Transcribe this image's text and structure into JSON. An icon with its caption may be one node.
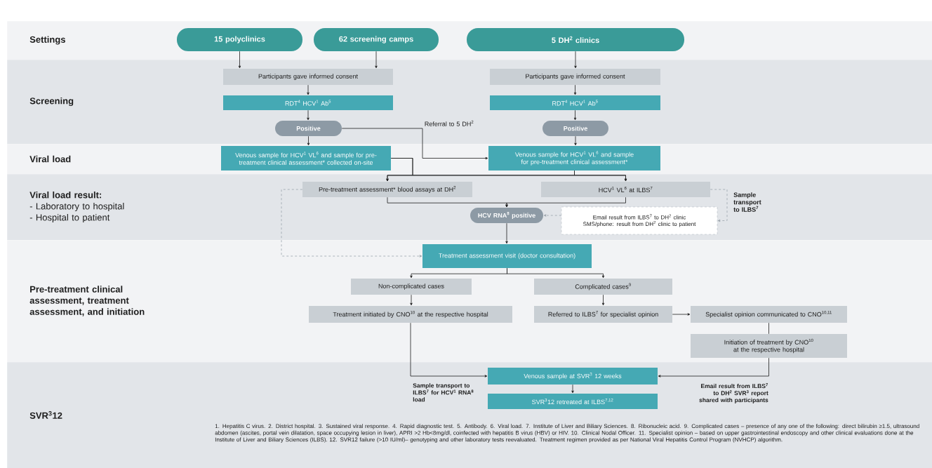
{
  "diagram": {
    "nodes": [
      {
        "text": [
          "Settings"
        ]
      },
      {
        "text": [
          "15 polyclinics"
        ],
        "in": 0
      },
      {
        "text": [
          "62 screening camps"
        ],
        "in": 0
      },
      {
        "text": [
          "5 DH$^{2}$ clinics"
        ],
        "in": 0
      },
      {
        "text": [
          "Screening"
        ]
      },
      {
        "text": [
          "Participants gave informed consent"
        ],
        "in": 4
      },
      {
        "text": [
          "RDT$^{4}$ HCV$^{1}$ Ab$^{5}$"
        ],
        "in": 4
      },
      {
        "text": [
          "Positive"
        ],
        "in": 4
      },
      {
        "text": [
          "Participants gave informed consent"
        ],
        "in": 4
      },
      {
        "text": [
          "RDT$^{4}$ HCV$^{1}$ Ab$^{5}$"
        ],
        "in": 4
      },
      {
        "text": [
          "Positive"
        ],
        "in": 4
      },
      {
        "text": [
          "Viral load"
        ]
      },
      {
        "text": [
          "Venous sample for HCV$^{1}$ VL$^{6}$ and sample for pre-treatment clinical assessment* collected on-site"
        ],
        "in": 11
      },
      {
        "text": [
          "Venous sample for HCV$^{1}$ VL$^{6}$ and sample for pre-treatment clinical assessment*"
        ],
        "in": 11
      },
      {
        "text": [
          "Viral load result:",
          "- Laboratory to hospital",
          "- Hospital to patient"
        ]
      },
      {
        "text": [
          "Pre-treatment assessment* blood assays at DH$^{2}$"
        ],
        "in": 14
      },
      {
        "text": [
          "HCV$^{1}$ VL$^{6}$ at ILBS$^{7}$"
        ],
        "in": 14
      },
      {
        "text": [
          "HCV RNA$^{8}$ positive"
        ],
        "in": 14
      },
      {
        "text": [
          "Email result from ILBS$^{7}$ to DH$^{2}$ clinic SMS/phone: result from DH$^{2}$ clinic to patient"
        ],
        "in": 14
      },
      {
        "text": [
          "Pre-treatment clinical assessment, treatment assessment, and initiation"
        ]
      },
      {
        "text": [
          "Treatment assessment visit (doctor consultation)"
        ],
        "in": 19
      },
      {
        "text": [
          "Non-complicated cases"
        ],
        "in": 19
      },
      {
        "text": [
          "Complicated cases$^{9}$"
        ],
        "in": 19
      },
      {
        "text": [
          "Treatment initiated by CNO$^{10}$ at the respective hospital"
        ],
        "in": 19
      },
      {
        "text": [
          "Referred to ILBS$^{7}$ for specialist opinion"
        ],
        "in": 19
      },
      {
        "text": [
          "Specialist opinion communicated to CNO$^{10,11}$"
        ],
        "in": 19
      },
      {
        "text": [
          "Initiation of treatment by CNO$^{10}$ at the respective hospital"
        ],
        "in": 19
      },
      {
        "text": [
          "SVR$^{3}$12"
        ]
      },
      {
        "text": [
          "Venous sample at SVR$^{3}$ 12 weeks"
        ],
        "in": 27
      },
      {
        "text": [
          "SVR$^{3}$12 retreated at ILBS$^{7,12}$"
        ],
        "in": 27
      }
    ],
    "edges": [
      {
        "from": 1,
        "to": 5,
        "arrow": "to"
      },
      {
        "from": 2,
        "to": 5,
        "arrow": "to"
      },
      {
        "from": 3,
        "to": 8,
        "arrow": "to"
      },
      {
        "from": 5,
        "to": 6,
        "arrow": "to"
      },
      {
        "from": 6,
        "to": 7,
        "arrow": "to"
      },
      {
        "from": 7,
        "to": 12,
        "arrow": "to"
      },
      {
        "from": 7,
        "to": 13,
        "arrow": "to",
        "label": "Referral to 5 DH$^{2}$"
      },
      {
        "from": 8,
        "to": 9,
        "arrow": "to"
      },
      {
        "from": 9,
        "to": 10,
        "arrow": "to"
      },
      {
        "from": 10,
        "to": 13,
        "arrow": "to"
      },
      {
        "from": 12,
        "to": 15,
        "arrow": "to"
      },
      {
        "from": 12,
        "to": 16,
        "arrow": "to"
      },
      {
        "from": 13,
        "to": 15,
        "arrow": "to"
      },
      {
        "from": 13,
        "to": 16,
        "arrow": "to"
      },
      {
        "from": 15,
        "to": 17,
        "arrow": "to"
      },
      {
        "from": 16,
        "to": 17,
        "arrow": "to"
      },
      {
        "from": 18,
        "to": 17,
        "arrow": "to",
        "style": "dashed",
        "color": "#9aa3ab"
      },
      {
        "from": 16,
        "to": 18,
        "arrow": "to",
        "style": "dashed",
        "color": "#9aa3ab",
        "label": "Sample transport to ILBS$^{7}$"
      },
      {
        "from": 15,
        "to": 20,
        "arrow": "to",
        "style": "dashed",
        "color": "#9aa3ab"
      },
      {
        "from": 17,
        "to": 20,
        "arrow": "to"
      },
      {
        "from": 20,
        "to": 21,
        "arrow": "to"
      },
      {
        "from": 20,
        "to": 22,
        "arrow": "to"
      },
      {
        "from": 21,
        "to": 23,
        "arrow": "to"
      },
      {
        "from": 22,
        "to": 24,
        "arrow": "to"
      },
      {
        "from": 24,
        "to": 25,
        "arrow": "to"
      },
      {
        "from": 25,
        "to": 26,
        "arrow": "none"
      },
      {
        "from": 23,
        "to": 28,
        "arrow": "to",
        "label": "Sample transport to ILBS$^{7}$ for HCV$^{1}$ RNA$^{8}$ load"
      },
      {
        "from": 26,
        "to": 28,
        "arrow": "to",
        "label": "Email result from ILBS$^{7}$ to DH$^{2}$ SVR$^{3}$ report shared with participants"
      },
      {
        "from": 28,
        "to": 29,
        "arrow": "to"
      }
    ],
    "labels": [
      "1. Hepatitis C virus. 2. District hospital. 3. Sustained viral response. 4. Rapid diagnostic test. 5. Antibody. 6. Viral load. 7. Institute of Liver and Biliary Sciences. 8. Ribonucleic acid. 9. Complicated cases – presence of any one of the following: direct bilirubin ≥1.5, ultrasound abdomen (ascites, portal vein dilatation, space occupying lesion in liver), APRI >2 Hb<8mg/dl, coinfected with hepatitis B virus (HBV) or HIV. 10. Clinical Nodal Officer. 11. Specialist opinion – based on upper gastrointestinal endoscopy and other clinical evaluations done at the Institute of Liver and Biliary Sciences (ILBS). 12. SVR12 failure (>10 IU/ml)– genotyping and other laboratory tests reevaluated. Treatment regimen provided as per National Viral Hepatitis Control Program (NVHCP) algorithm."
    ]
  }
}
